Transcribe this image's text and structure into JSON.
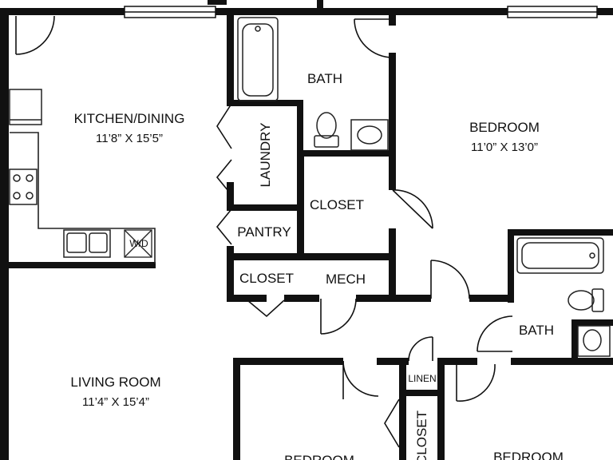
{
  "colors": {
    "wall": "#111111",
    "fixture": "#222222",
    "background": "#ffffff"
  },
  "rooms": {
    "kitchen": {
      "name": "KITCHEN/DINING",
      "dims": "11’8” X 15’5”"
    },
    "bath_top": {
      "name": "BATH"
    },
    "bedroom_main": {
      "name": "BEDROOM",
      "dims": "11’0” X 13’0”"
    },
    "laundry": {
      "name": "LAUNDRY"
    },
    "closet_center": {
      "name": "CLOSET"
    },
    "pantry": {
      "name": "PANTRY"
    },
    "closet_small": {
      "name": "CLOSET"
    },
    "mech": {
      "name": "MECH"
    },
    "bath_right": {
      "name": "BATH"
    },
    "living": {
      "name": "LIVING ROOM",
      "dims": "11’4” X 15’4”"
    },
    "linen": {
      "name": "LINEN"
    },
    "closet_lower": {
      "name": "CLOSET"
    },
    "bedroom_lower_left": {
      "name": "BEDROOM"
    },
    "bedroom_lower_right": {
      "name": "BEDROOM"
    }
  },
  "fixtures": {
    "washer_dryer": "W/D"
  },
  "icons": [
    "bathtub-icon",
    "toilet-icon",
    "sink-icon",
    "stove-icon",
    "refrigerator-icon",
    "kitchen-sink-icon",
    "washer-dryer-icon"
  ]
}
